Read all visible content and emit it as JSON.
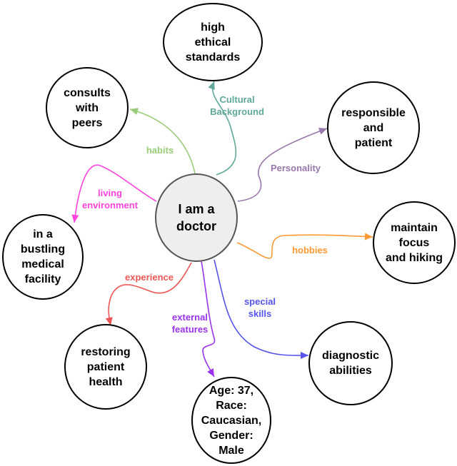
{
  "diagram": {
    "center": {
      "id": "center",
      "text": "I am a\ndoctor"
    },
    "nodes": [
      {
        "id": "ethical",
        "text": "high\nethical\nstandards"
      },
      {
        "id": "peers",
        "text": "consults\nwith\npeers"
      },
      {
        "id": "responsible",
        "text": "responsible\nand\npatient"
      },
      {
        "id": "focus",
        "text": "maintain\nfocus\nand hiking"
      },
      {
        "id": "facility",
        "text": "in a\nbustling\nmedical\nfacility"
      },
      {
        "id": "health",
        "text": "restoring\npatient\nhealth"
      },
      {
        "id": "age",
        "text": "Age: 37,\nRace:\nCaucasian,\nGender:\nMale"
      },
      {
        "id": "diagnostic",
        "text": "diagnostic\nabilities"
      }
    ],
    "edges": [
      {
        "id": "habits",
        "label": "habits",
        "color": "#99cc77",
        "target": "peers"
      },
      {
        "id": "cultural",
        "label": "Cultural\nBackground",
        "color": "#5fa89a",
        "target": "ethical"
      },
      {
        "id": "personality",
        "label": "Personality",
        "color": "#9977aa",
        "target": "responsible"
      },
      {
        "id": "living",
        "label": "living\nenvironment",
        "color": "#ff44dd",
        "target": "facility"
      },
      {
        "id": "hobbies",
        "label": "hobbies",
        "color": "#ff9933",
        "target": "focus"
      },
      {
        "id": "experience",
        "label": "experience",
        "color": "#ee5555",
        "target": "health"
      },
      {
        "id": "external",
        "label": "external\nfeatures",
        "color": "#9933ee",
        "target": "age"
      },
      {
        "id": "skills",
        "label": "special\nskills",
        "color": "#5555ee",
        "target": "diagnostic"
      }
    ]
  }
}
